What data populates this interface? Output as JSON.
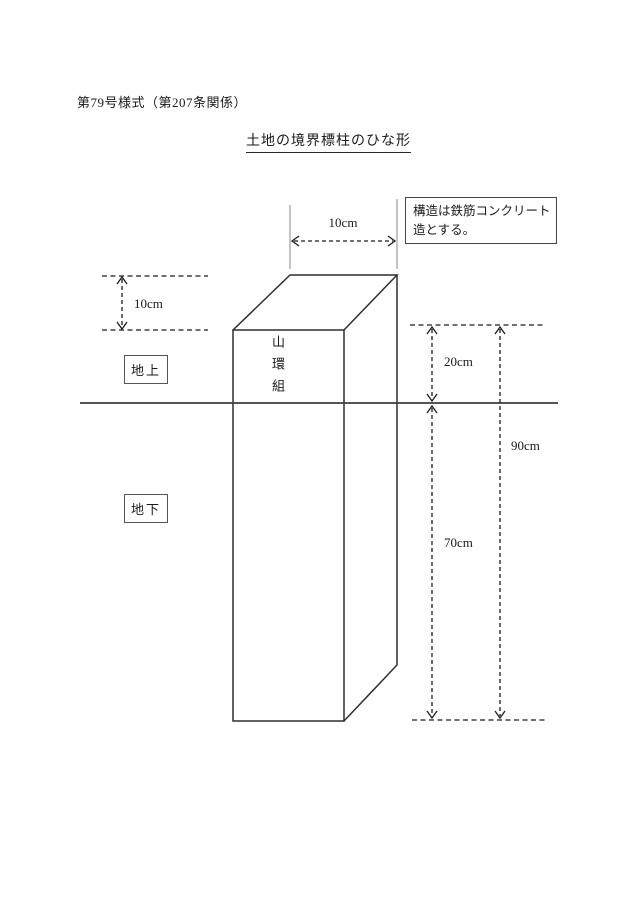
{
  "page": {
    "form_number": "第79号様式（第207条関係）",
    "title": "土地の境界標柱のひな形"
  },
  "note": {
    "line1": "構造は鉄筋コンクリート",
    "line2": "造とする。"
  },
  "post": {
    "label": "山環組"
  },
  "zone_labels": {
    "above": "地上",
    "below": "地下"
  },
  "dimensions": {
    "width_top": "10cm",
    "cap_height": "10cm",
    "above_ground": "20cm",
    "below_ground": "70cm",
    "total": "90cm"
  },
  "colors": {
    "line": "#2e2e2e",
    "dashed_line": "#1c1c1c",
    "background": "#ffffff"
  }
}
